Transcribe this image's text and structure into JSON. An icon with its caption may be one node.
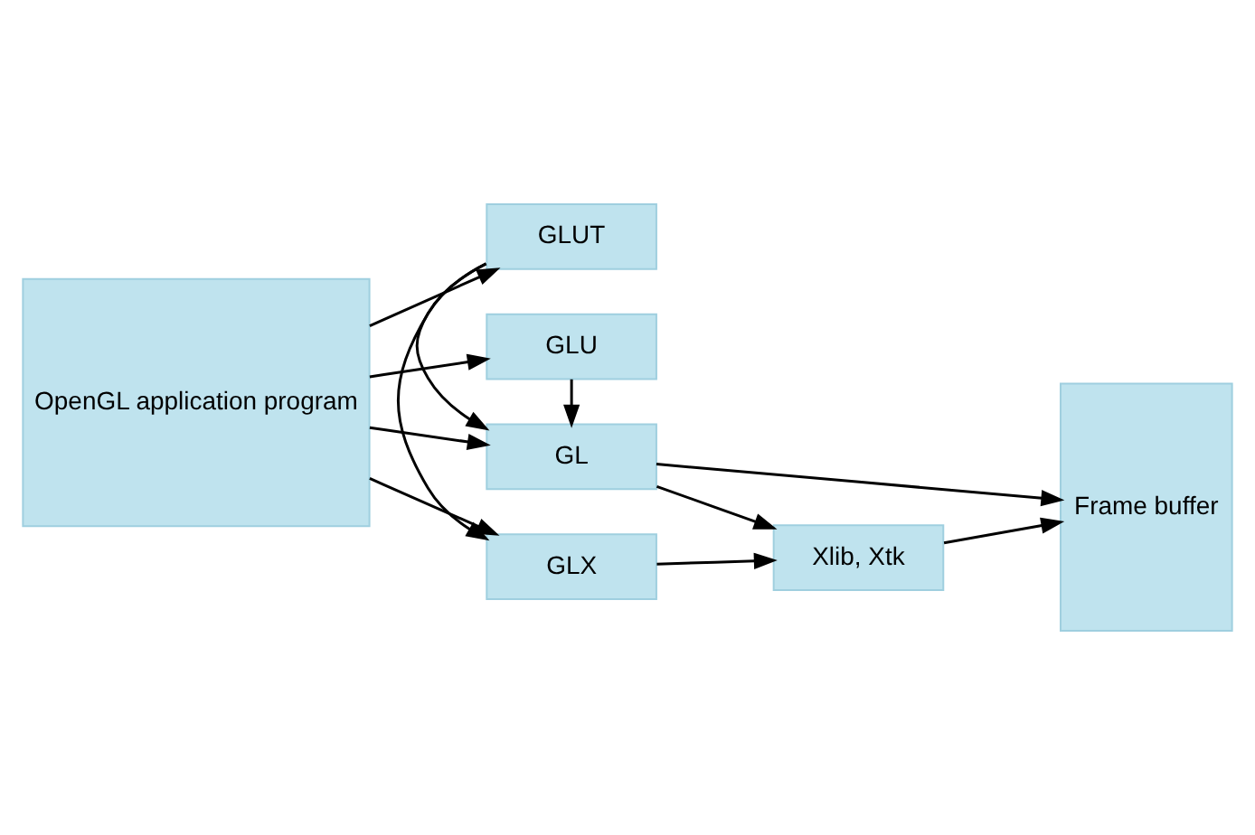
{
  "diagram": {
    "nodes": [
      {
        "text": [
          "OpenGL application program"
        ]
      },
      {
        "text": [
          "GLU"
        ]
      },
      {
        "text": [
          "GL"
        ]
      },
      {
        "text": [
          "GLUT"
        ]
      },
      {
        "text": [
          "GLX"
        ]
      },
      {
        "text": [
          "Xlib, Xtk"
        ]
      },
      {
        "text": [
          "Frame buffer"
        ]
      }
    ],
    "edges": [
      {
        "from": 0,
        "to": 1,
        "arrow": "to"
      },
      {
        "from": 0,
        "to": 2,
        "arrow": "to"
      },
      {
        "from": 0,
        "to": 3,
        "arrow": "to"
      },
      {
        "from": 0,
        "to": 4,
        "arrow": "to"
      },
      {
        "from": 1,
        "to": 2,
        "arrow": "to"
      },
      {
        "from": 3,
        "to": 2,
        "arrow": "to"
      },
      {
        "from": 3,
        "to": 4,
        "arrow": "to"
      },
      {
        "from": 2,
        "to": 6,
        "arrow": "to"
      },
      {
        "from": 2,
        "to": 5,
        "arrow": "to"
      },
      {
        "from": 4,
        "to": 5,
        "arrow": "to"
      },
      {
        "from": 5,
        "to": 6,
        "arrow": "to"
      }
    ]
  }
}
